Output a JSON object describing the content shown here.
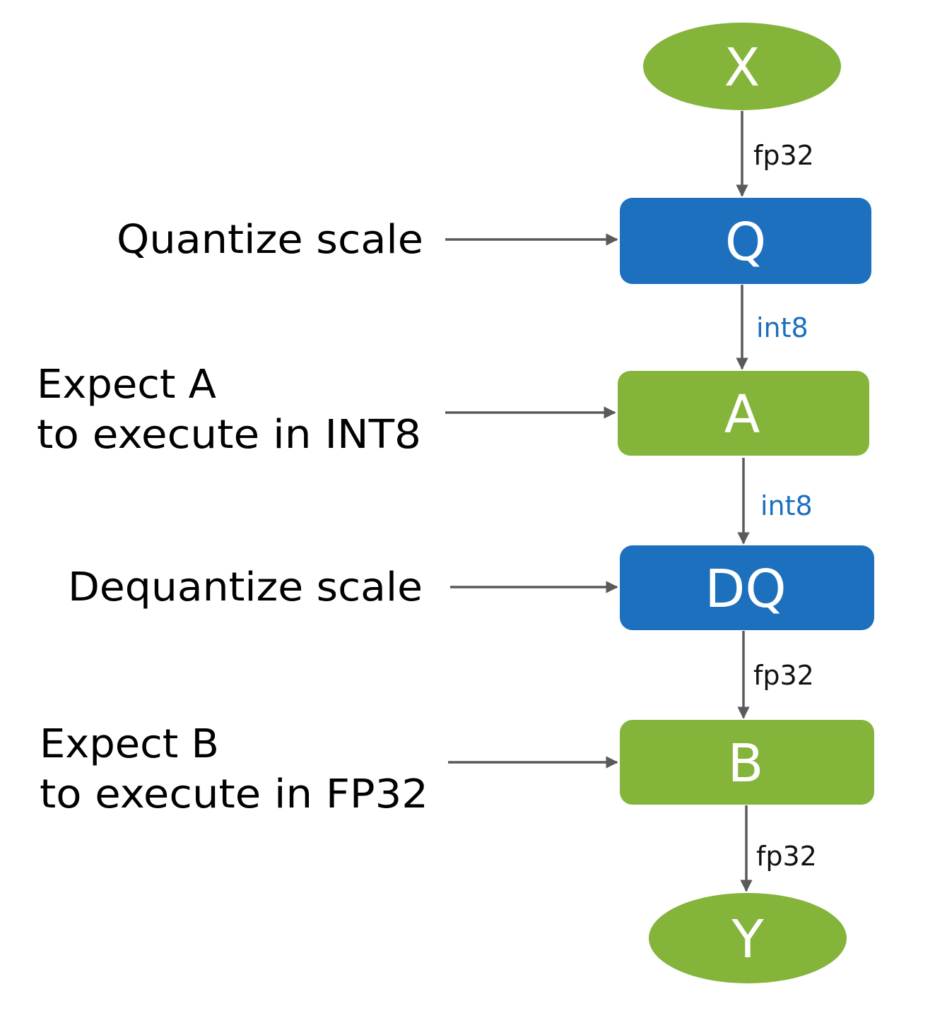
{
  "colors": {
    "green": "#84B43A",
    "blue": "#1D70BE",
    "arrow": "#5A5A5A",
    "label_dark": "#111111",
    "label_blue": "#1D70BE",
    "text": "#000000"
  },
  "nodes": {
    "x": {
      "label": "X",
      "shape": "ellipse",
      "color": "green"
    },
    "q": {
      "label": "Q",
      "shape": "rounded-rect",
      "color": "blue"
    },
    "a": {
      "label": "A",
      "shape": "rounded-rect",
      "color": "green"
    },
    "dq": {
      "label": "DQ",
      "shape": "rounded-rect",
      "color": "blue"
    },
    "b": {
      "label": "B",
      "shape": "rounded-rect",
      "color": "green"
    },
    "y": {
      "label": "Y",
      "shape": "ellipse",
      "color": "green"
    }
  },
  "edges": {
    "x_q": {
      "label": "fp32",
      "label_color": "label_dark"
    },
    "q_a": {
      "label": "int8",
      "label_color": "label_blue"
    },
    "a_dq": {
      "label": "int8",
      "label_color": "label_blue"
    },
    "dq_b": {
      "label": "fp32",
      "label_color": "label_dark"
    },
    "b_y": {
      "label": "fp32",
      "label_color": "label_dark"
    }
  },
  "annotations": {
    "quantize": {
      "lines": [
        "Quantize scale"
      ]
    },
    "expect_a": {
      "lines": [
        "Expect A",
        "to execute in INT8"
      ]
    },
    "dequantize": {
      "lines": [
        "Dequantize scale"
      ]
    },
    "expect_b": {
      "lines": [
        "Expect B",
        "to execute in FP32"
      ]
    }
  }
}
